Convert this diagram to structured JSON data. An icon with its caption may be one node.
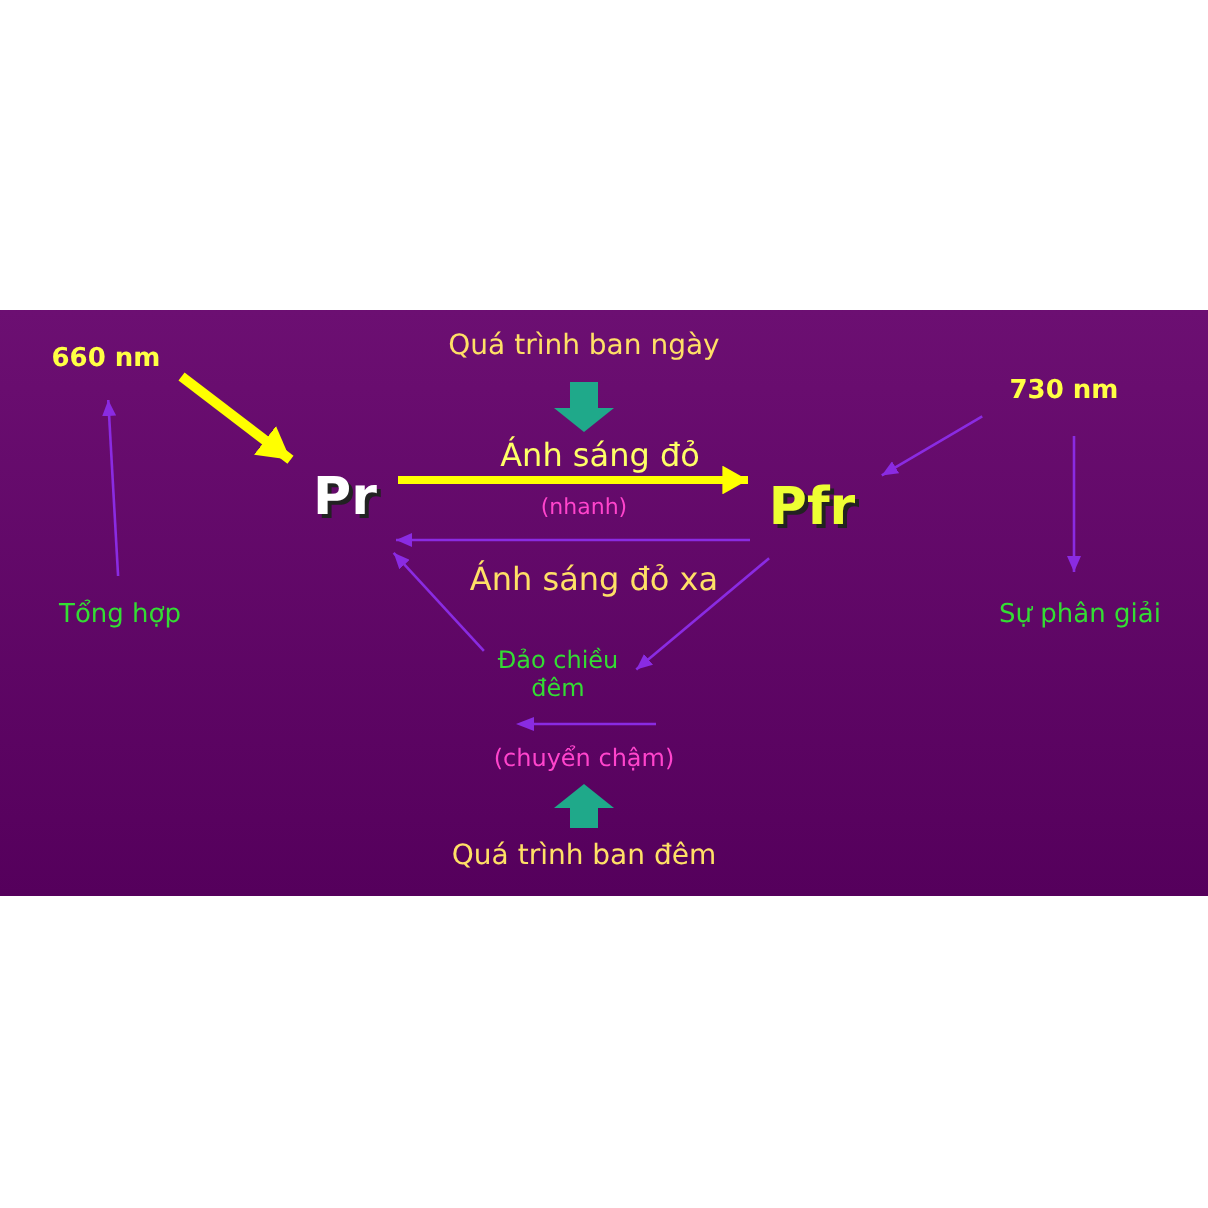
{
  "diagram": {
    "nodes": [
      {
        "text": [
          "660 nm"
        ]
      },
      {
        "text": [
          "Pr"
        ]
      },
      {
        "text": [
          "Pfr"
        ]
      },
      {
        "text": [
          "730 nm"
        ]
      },
      {
        "text": [
          "Tổng hợp"
        ]
      },
      {
        "text": [
          "Sự phân giải"
        ]
      },
      {
        "text": [
          "Quá trình ban ngày"
        ]
      },
      {
        "text": [
          "Quá trình ban đêm"
        ]
      },
      {
        "text": [
          "Đảo chiều đêm"
        ]
      }
    ],
    "edges": [
      {
        "from": 0,
        "to": 1,
        "arrow": "to",
        "style": "thick",
        "color": "#ffff00"
      },
      {
        "from": 1,
        "to": 2,
        "arrow": "to",
        "label": "Ánh sáng đỏ",
        "style": "thick",
        "color": "#ffff00"
      },
      {
        "from": 2,
        "to": 1,
        "arrow": "to",
        "label": "Ánh sáng đỏ xa"
      },
      {
        "from": 3,
        "to": 2,
        "arrow": "to"
      },
      {
        "from": 4,
        "to": 0,
        "arrow": "to"
      },
      {
        "from": 3,
        "to": 5,
        "arrow": "to"
      },
      {
        "from": 2,
        "to": 8,
        "arrow": "to"
      },
      {
        "from": 8,
        "to": 1,
        "arrow": "to"
      },
      {
        "from": 6,
        "to": null,
        "arrow": "to",
        "style": "thick",
        "color": "#1fa98a"
      },
      {
        "from": 7,
        "to": null,
        "arrow": "to",
        "style": "thick",
        "color": "#1fa98a"
      }
    ],
    "labels": [
      "(nhanh)",
      "(chuyển chậm)"
    ]
  }
}
